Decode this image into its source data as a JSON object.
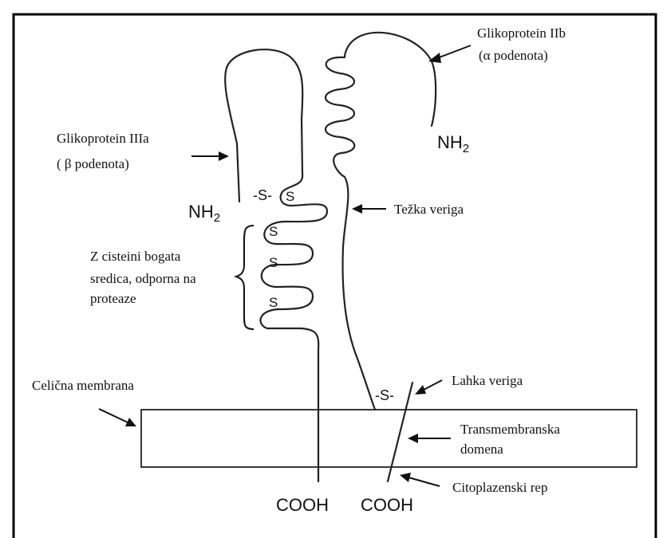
{
  "labels": {
    "gp2b_line1": "Glikoprotein IIb",
    "gp2b_line2": "(α podenota)",
    "gp3a_line1": "Glikoprotein IIIa",
    "gp3a_line2": "( β podenota)",
    "heavy_chain": "Težka veriga",
    "cys_line1": "Z cisteini bogata",
    "cys_line2": "sredica, odporna na",
    "cys_line3": "proteaze",
    "cell_membrane": "Celična membrana",
    "light_chain": "Lahka veriga",
    "tm_line1": "Transmembranska",
    "tm_line2": "domena",
    "cyto_tail": "Citoplazenski rep"
  },
  "chem": {
    "nh2_left": "NH",
    "nh2_left_sub": "2",
    "nh2_right": "NH",
    "nh2_right_sub": "2",
    "ss_bridge_left": "-S-",
    "s_loop": "S",
    "s_loop_2": "S",
    "s_loop_3": "S",
    "s_loop_4": "S",
    "ss_bridge_light": "-S-",
    "cooh_left": "COOH",
    "cooh_right": "COOH"
  }
}
